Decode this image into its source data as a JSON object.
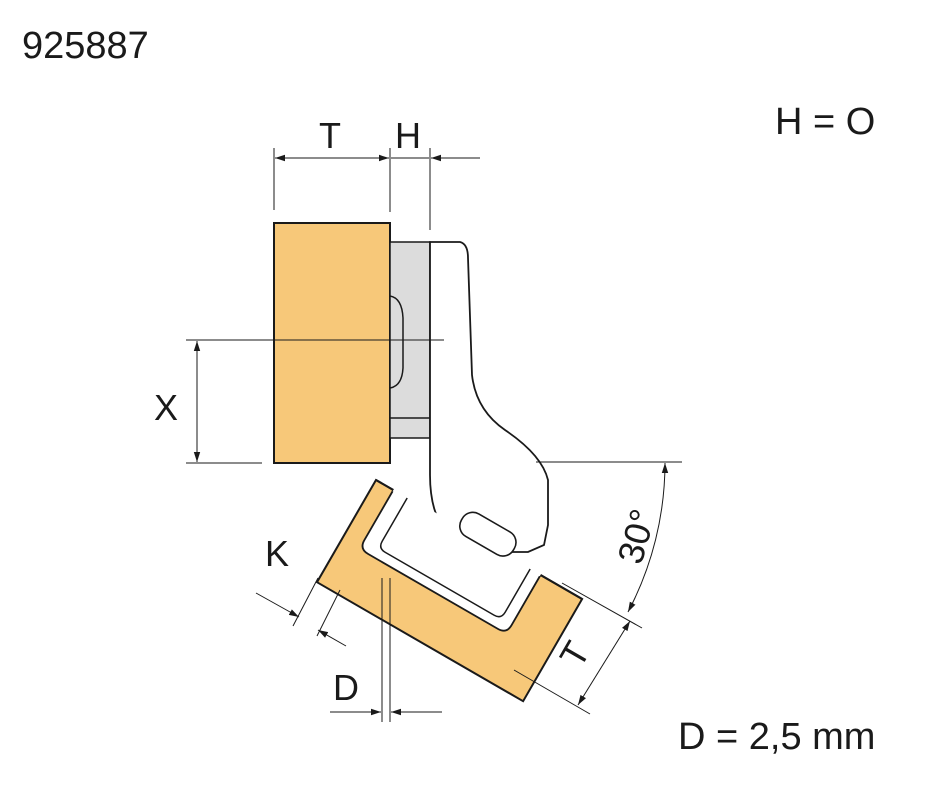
{
  "header": {
    "part_number": "925887"
  },
  "notes": {
    "h_value": "H = O",
    "d_value": "D = 2,5 mm"
  },
  "dimensions": {
    "t_top": "T",
    "h": "H",
    "x": "X",
    "k": "K",
    "d": "D",
    "t_door": "T",
    "angle": "30°"
  },
  "colors": {
    "wood": "#f7c879",
    "metal": "#dcdcdc",
    "line": "#1a1a1a"
  }
}
